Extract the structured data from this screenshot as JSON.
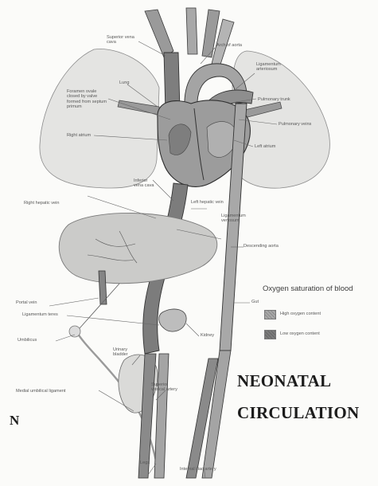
{
  "title": {
    "line1": "NEONATAL",
    "line2": "CIRCULATION"
  },
  "corner_letter": "N",
  "labels": {
    "superior_vena_cava": "Superior vena cava",
    "arch_of_aorta": "Arch of aorta",
    "ligamentum_arteriosum": "Ligamentum arteriosum",
    "lung": "Lung",
    "foramen_ovale": "Foramen ovale closed by valve formed from septum primum",
    "pulmonary_trunk": "Pulmonary trunk",
    "pulmonary_veins": "Pulmonary veins",
    "right_atrium": "Right atrium",
    "left_atrium": "Left atrium",
    "inferior_vena_cava": "Inferior vena cava",
    "left_hepatic_vein": "Left hepatic vein",
    "ligamentum_venosum": "Ligamentum venosum",
    "right_hepatic_vein": "Right hepatic vein",
    "descending_aorta": "Descending aorta",
    "portal_vein": "Portal vein",
    "gut": "Gut",
    "ligamentum_teres": "Ligamentum teres",
    "kidney": "Kidney",
    "umbilicus": "Umbilicus",
    "urinary_bladder": "Urinary bladder",
    "superior_vesical_artery": "Superior vesical artery",
    "medial_umbilical_ligament": "Medial umbilical ligament",
    "legs": "Legs",
    "internal_iliac_artery": "Internal iliac artery"
  },
  "legend": {
    "title": "Oxygen saturation of blood",
    "items": [
      {
        "label": "High oxygen content",
        "color": "#a9a9a9"
      },
      {
        "label": "Low oxygen content",
        "color": "#7c7c7c"
      }
    ]
  },
  "colors": {
    "vessel_fill": "#8a8a8a",
    "vessel_outline": "#3a3a3a",
    "lung_fill": "#e2e2e0",
    "liver_fill": "#c9c9c7",
    "heart_fill": "#9b9b9b"
  }
}
